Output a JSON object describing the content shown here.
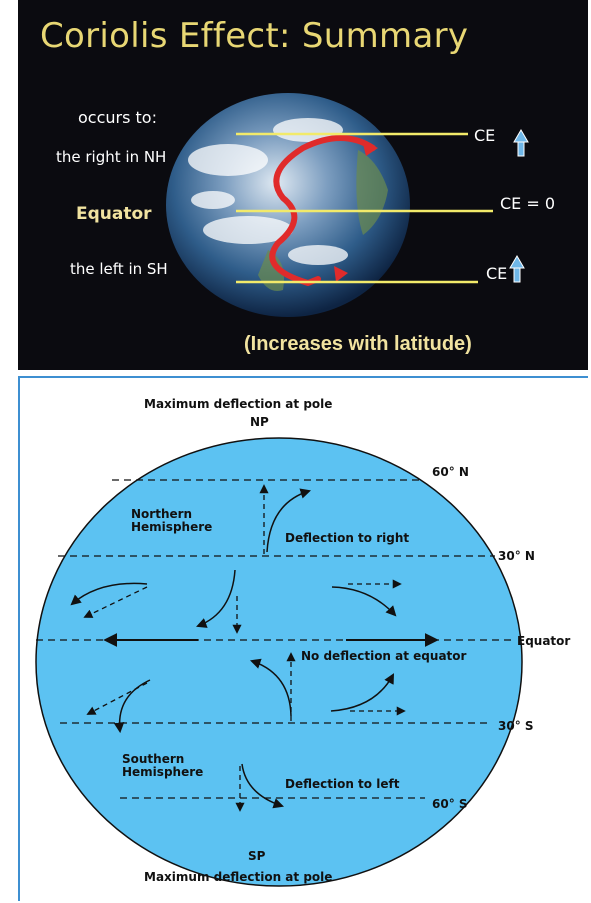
{
  "top_slide": {
    "title": "Coriolis Effect: Summary",
    "occurs_label": "occurs to:",
    "right_nh": "the right in NH",
    "equator": "Equator",
    "left_sh": "the left in SH",
    "ce_top": "CE",
    "ce_middle": "CE = 0",
    "ce_bottom": "CE",
    "footer": "(Increases with latitude)",
    "colors": {
      "background": "#0b0b10",
      "title": "#e8d774",
      "lines": "#f2ea6a",
      "arrow": "#6fb7e8",
      "swirl": "#e02b2b"
    }
  },
  "bottom_diagram": {
    "top_caption": "Maximum deflection at pole",
    "np": "NP",
    "lat_60n": "60° N",
    "lat_30n": "30° N",
    "equator": "Equator",
    "lat_30s": "30° S",
    "lat_60s": "60° S",
    "sp": "SP",
    "bottom_caption": "Maximum deflection at pole",
    "northern_hemisphere_1": "Northern",
    "northern_hemisphere_2": "Hemisphere",
    "southern_hemisphere_1": "Southern",
    "southern_hemisphere_2": "Hemisphere",
    "deflection_right": "Deflection to right",
    "deflection_left": "Deflection to left",
    "no_deflection": "No deflection at equator",
    "colors": {
      "globe": "#5cc2f2",
      "border": "#3d8fd1",
      "text": "#111111"
    }
  }
}
